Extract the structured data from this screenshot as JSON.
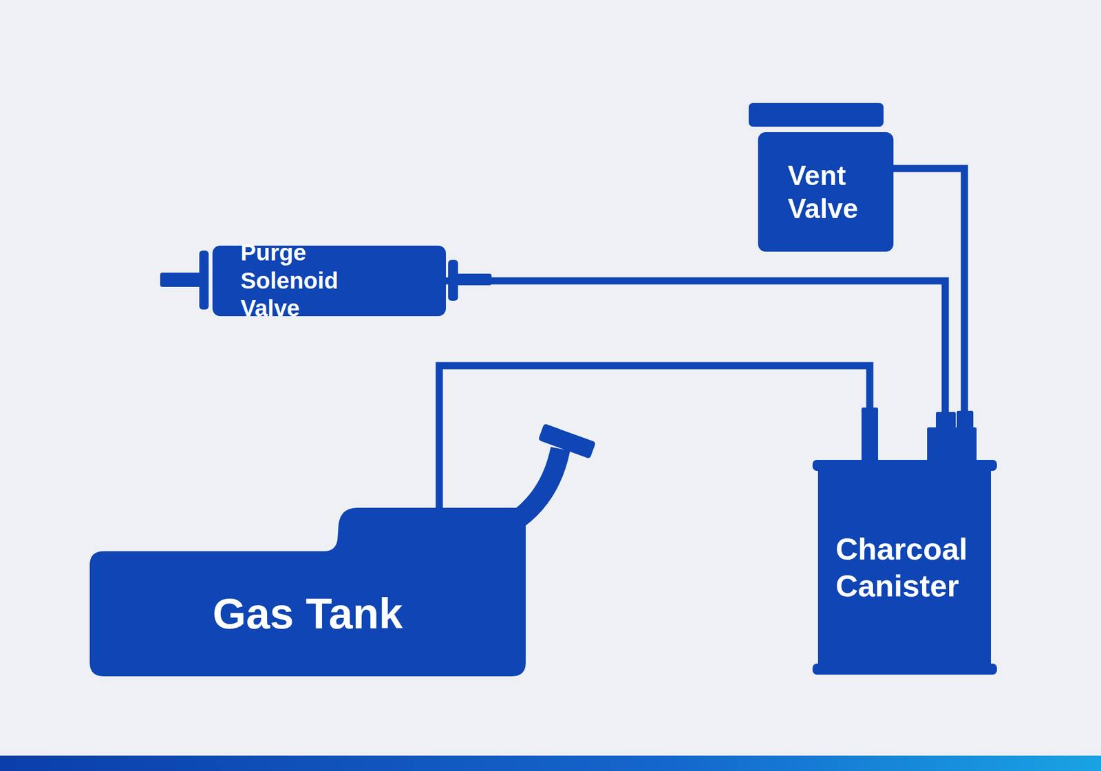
{
  "diagram": {
    "nodes": [
      {
        "text": [
          "Vent Valve"
        ]
      },
      {
        "text": [
          "Purge Solenoid Valve"
        ]
      },
      {
        "text": [
          "Gas Tank"
        ]
      },
      {
        "text": [
          "Charcoal Canister"
        ]
      }
    ],
    "edges": [
      {
        "from": 0,
        "to": 3,
        "arrow": "none"
      },
      {
        "from": 1,
        "to": 3,
        "arrow": "none"
      },
      {
        "from": 2,
        "to": 3,
        "arrow": "none"
      }
    ]
  }
}
